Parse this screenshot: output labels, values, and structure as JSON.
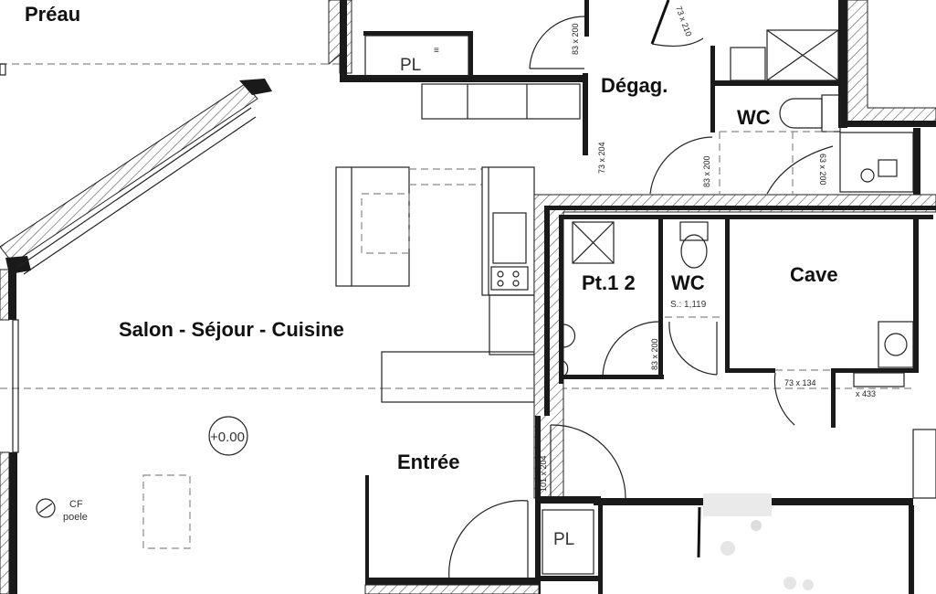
{
  "plan": {
    "rooms": {
      "preau": "Préau",
      "salon": "Salon - Séjour - Cuisine",
      "degag": "Dégag.",
      "wc_top": "WC",
      "pt12": "Pt.1 2",
      "wc_mid": "WC",
      "cave": "Cave",
      "entree": "Entrée",
      "pl_top": "PL",
      "pl_bottom": "PL"
    },
    "annotations": {
      "wc_surface": "S.: 1,119",
      "level": "+0.00",
      "cf_line1": "CF",
      "cf_line2": "poele",
      "door_degag_top": "83 x 200",
      "door_degag_side": "73 x 210",
      "door_degag_left": "73 x 204",
      "door_wc_top": "83 x 200",
      "door_wc2": "63 x 200",
      "door_pt12": "83 x 200",
      "door_cave": "73 x 134",
      "door_storage": "x 433",
      "door_entree": "101 x 204"
    }
  }
}
